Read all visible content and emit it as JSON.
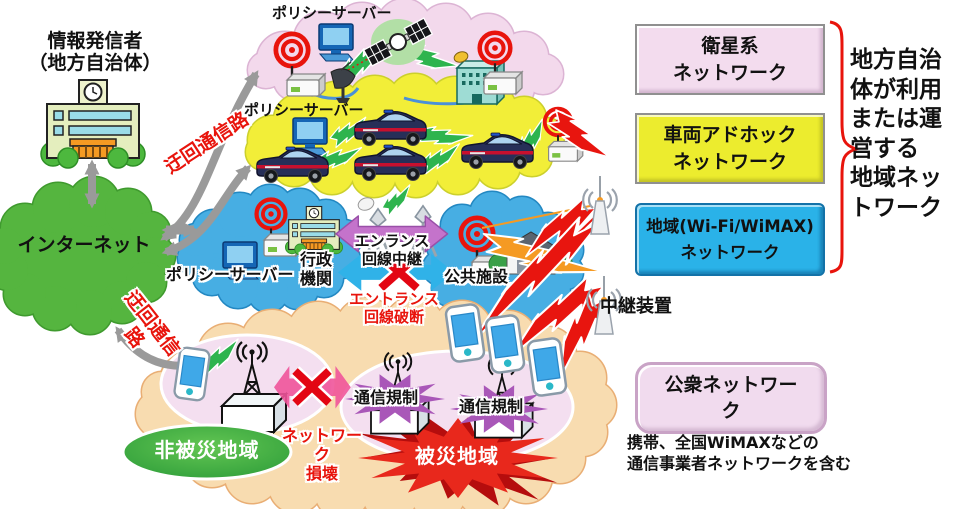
{
  "clouds": {
    "internet": {
      "label": "インターネット"
    },
    "satellite": {
      "policy_server": "ポリシーサーバー"
    },
    "vehicle": {
      "policy_server": "ポリシーサーバー"
    },
    "regional": {
      "policy_server": "ポリシーサーバー",
      "gov_agency": "行政\n機関",
      "public_facility": "公共施設"
    },
    "public": {
      "non_disaster": "非被災地域",
      "disaster": "被災地域",
      "regulation_1": "通信規制",
      "regulation_2": "通信規制",
      "network_damage": "ネットワーク\n損壊"
    }
  },
  "annotations": {
    "info_sender": "情報発信者\n（地方自治体）",
    "detour_route_top": "迂回通信路",
    "detour_route_bottom": "迂回通信\n路",
    "entrance_relay": "エンランス\n回線中継",
    "entrance_break": "エントランス\n回線破断",
    "relay_device": "中継装置"
  },
  "legend": {
    "satellite_network": "衛星系\nネットワーク",
    "vehicle_network": "車両アドホック\nネットワーク",
    "regional_network": "地域(Wi-Fi/WiMAX)\nネットワーク",
    "public_network": "公衆ネットワー\nク",
    "municipal_note": "地方自治\n体が利用\nまたは運\n営する\n地域ネッ\nトワーク",
    "public_note": "携帯、全国WiMAXなどの\n通信事業者ネットワークを含む"
  },
  "icons": {
    "bullseye-antenna-icon": "red concentric-ring wireless antenna",
    "access-point-icon": "white router box",
    "computer-icon": "blue desktop policy server",
    "satellite-icon": "satellite with solar panels",
    "satellite-dish-icon": "ground station dish",
    "dish-building-icon": "teal earth-station building",
    "police-car-icon": "dark sedan with red stripe",
    "tripod-relay-icon": "portable microwave relay on tripod",
    "building-icon": "municipal office with clock",
    "house-icon": "public facility house",
    "smartphone-icon": "smartphone",
    "base-station-icon": "cell tower on shelter box",
    "relay-antenna-icon": "white relay pole with signal arcs",
    "lightning-bolt-icon": "link bolt",
    "x-mark-icon": "broken link"
  },
  "colors": {
    "satellite_cloud": "#f3d9ec",
    "vehicle_cloud": "#f2ee38",
    "regional_cloud": "#47aee3",
    "internet_cloud": "#55b53f",
    "public_cloud": "#f8dcb0",
    "legend_satellite": "#f3dcee",
    "legend_vehicle": "#ecec2e",
    "legend_regional": "#2ab2e8",
    "legend_public": "#f1dbee",
    "alert_red": "#e8140c",
    "bolt_green": "#2eb44e",
    "bolt_orange": "#f59a23",
    "arrow_gray": "#9a9a9a",
    "brace_red": "#e8140c"
  }
}
